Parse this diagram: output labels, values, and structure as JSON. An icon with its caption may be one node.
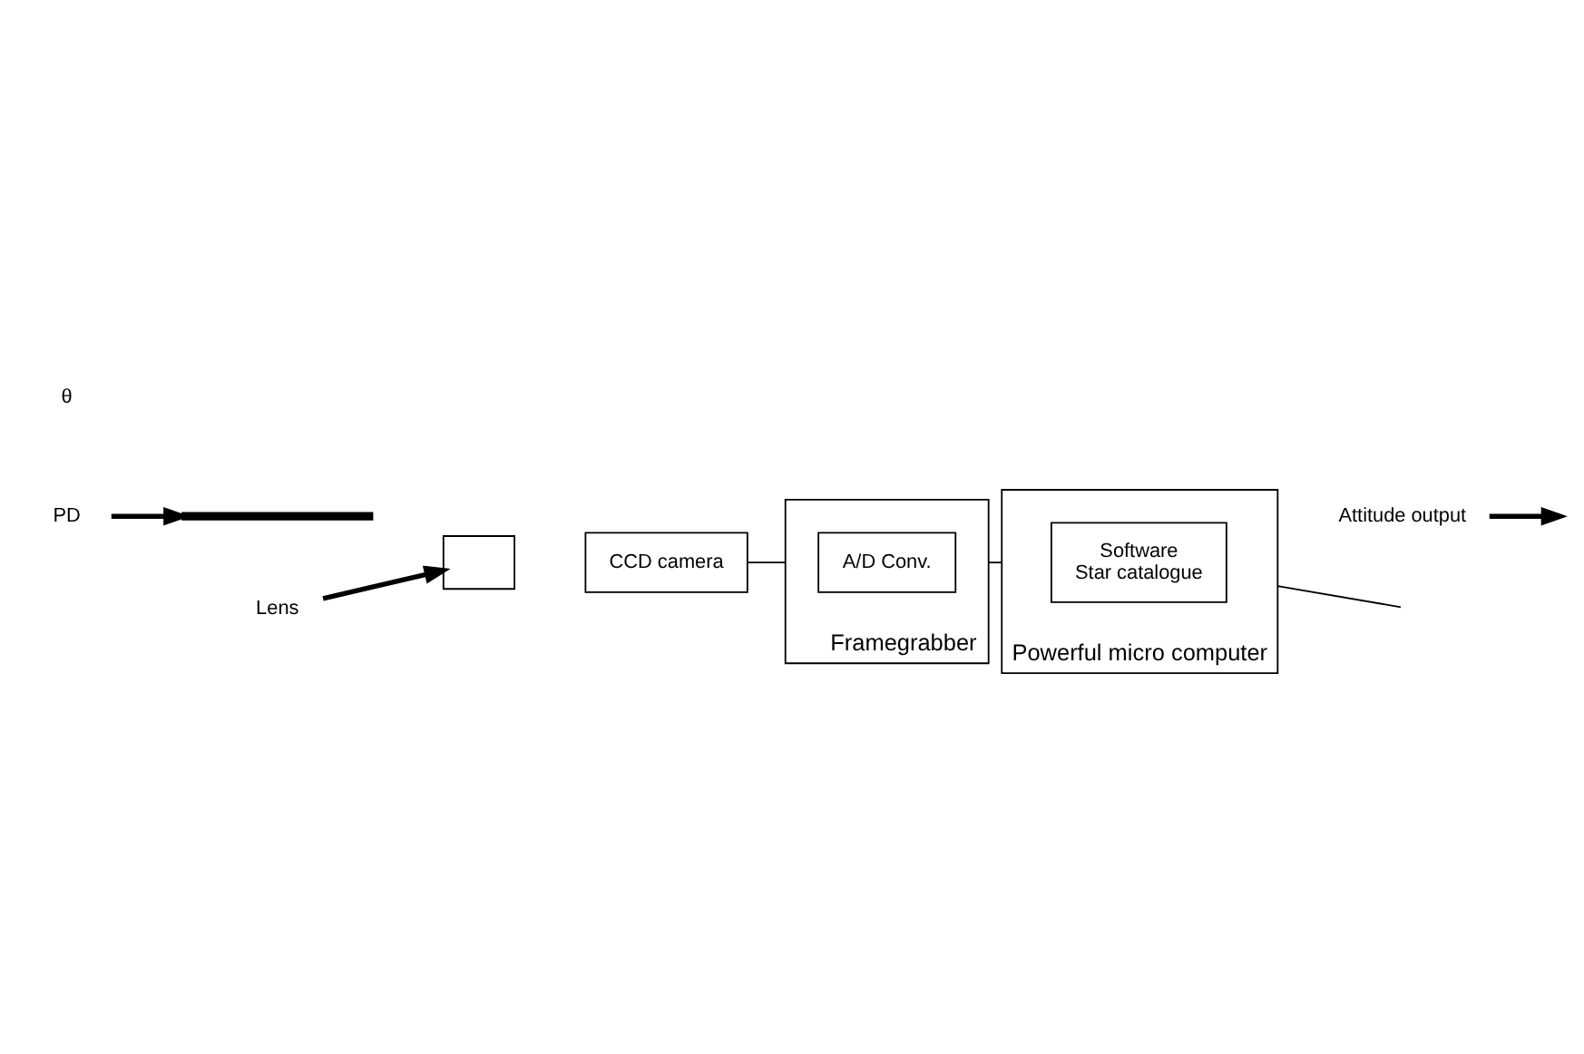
{
  "diagram": {
    "nodes": [
      {
        "text": [
          "PD"
        ]
      },
      {
        "text": [],
        "shape": "bar"
      },
      {
        "text": [
          "Lens"
        ]
      },
      {
        "text": [],
        "shape": "box"
      },
      {
        "text": [
          "CCD camera"
        ]
      },
      {
        "text": [
          "Framegrabber"
        ]
      },
      {
        "text": [
          "A/D Conv."
        ],
        "in": 5
      },
      {
        "text": [
          "Powerful micro computer"
        ]
      },
      {
        "text": [
          "Software",
          "Star catalogue"
        ],
        "in": 7
      },
      {
        "text": [
          "Attitude output"
        ]
      }
    ],
    "edges": [
      {
        "from": 0,
        "to": 1,
        "arrow": "to",
        "style": "thick"
      },
      {
        "from": 2,
        "to": 3,
        "arrow": "to",
        "style": "thick"
      },
      {
        "from": 4,
        "to": 5,
        "arrow": "none"
      },
      {
        "from": 5,
        "to": 7,
        "arrow": "none"
      },
      {
        "from": 7,
        "to": null,
        "arrow": "none"
      },
      {
        "from": 9,
        "to": null,
        "arrow": "to",
        "style": "thick"
      }
    ],
    "labels": [
      "θ"
    ]
  }
}
